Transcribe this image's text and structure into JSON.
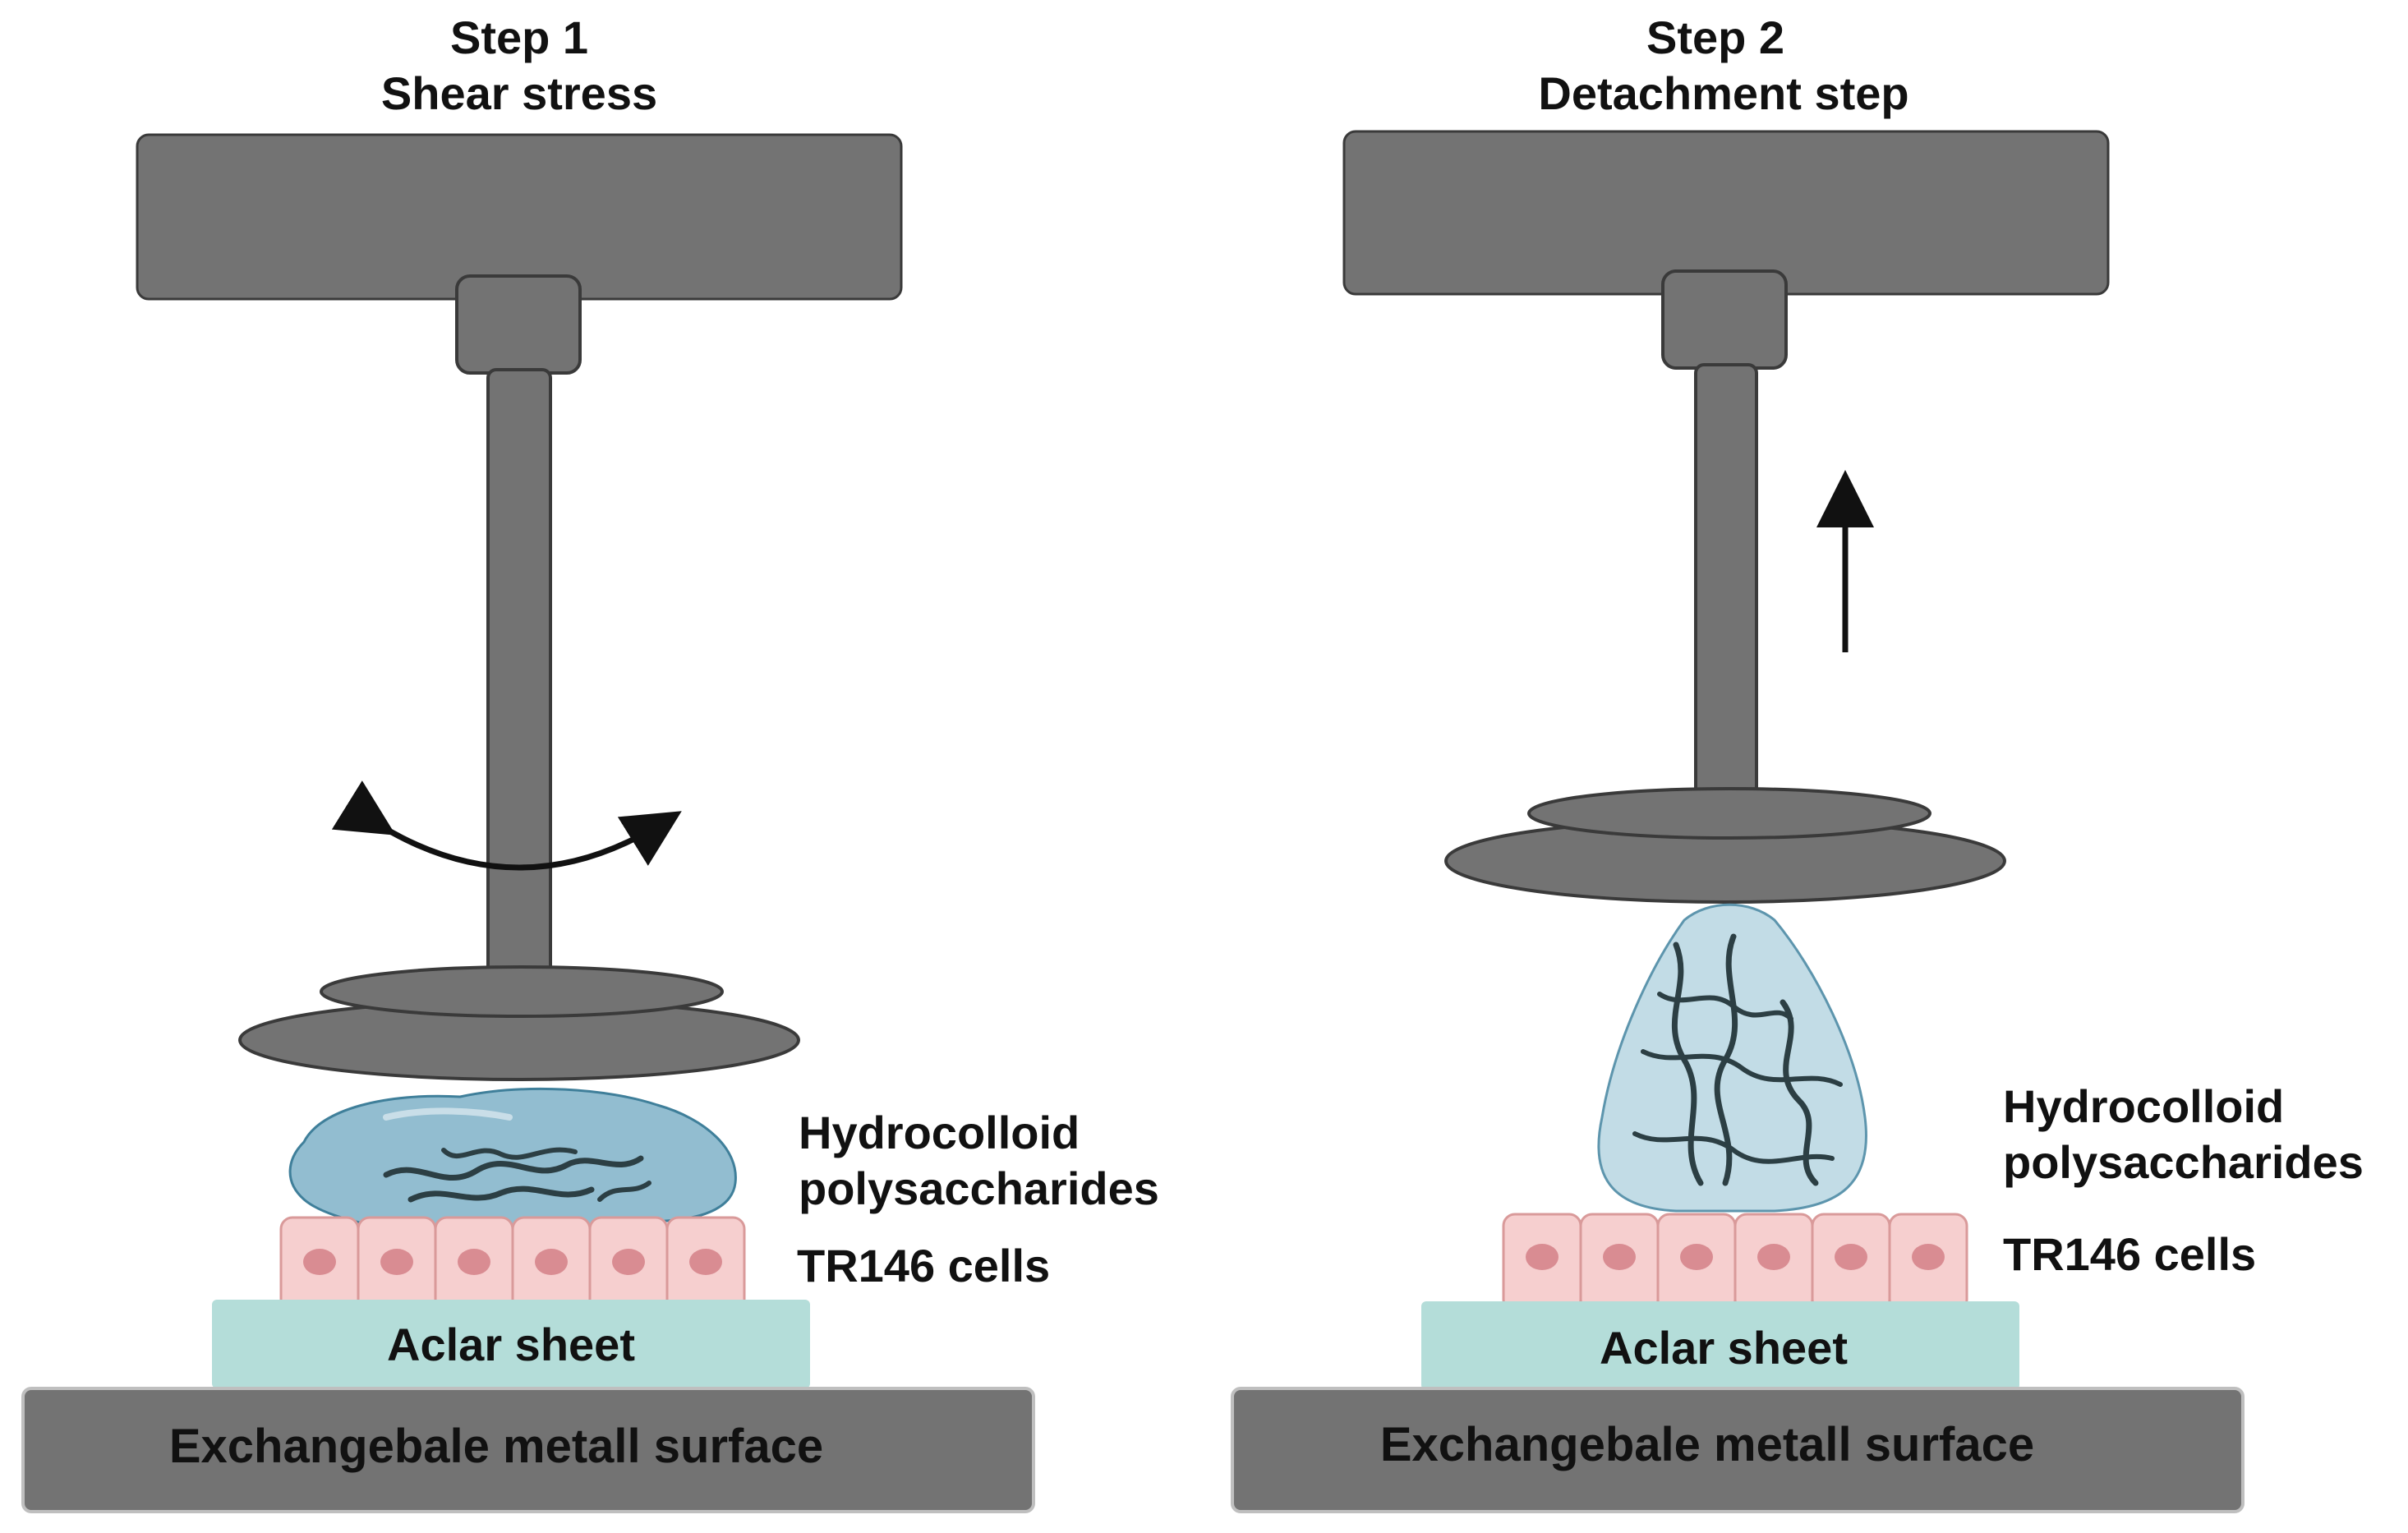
{
  "panels": [
    {
      "step": "Step 1",
      "title": "Shear stress",
      "gel_label_line1": "Hydrocolloid",
      "gel_label_line2": "polysaccharides",
      "cells_label": "TR146 cells",
      "sheet_label": "Aclar sheet",
      "surface_label": "Exchangebale metall surface"
    },
    {
      "step": "Step 2",
      "title": "Detachment step",
      "gel_label_line1": "Hydrocolloid",
      "gel_label_line2": "polysaccharides",
      "cells_label": "TR146 cells",
      "sheet_label": "Aclar sheet",
      "surface_label": "Exchangebale metall surface"
    }
  ],
  "colors": {
    "instrument": "#737373",
    "instrument_outline": "#3a3a3a",
    "gel": "#7fb2c8",
    "gel_detach": "#b7d6e2",
    "polymer": "#2c3f44",
    "cell_fill": "#f6cfcf",
    "cell_outline": "#d99a9a",
    "nucleus": "#d98c92",
    "sheet": "#b4ddd9",
    "surface": "#737373",
    "arrow": "#111111"
  },
  "icons": {
    "step1_motion": "double-curved-arrow-icon",
    "step2_motion": "up-arrow-icon"
  }
}
